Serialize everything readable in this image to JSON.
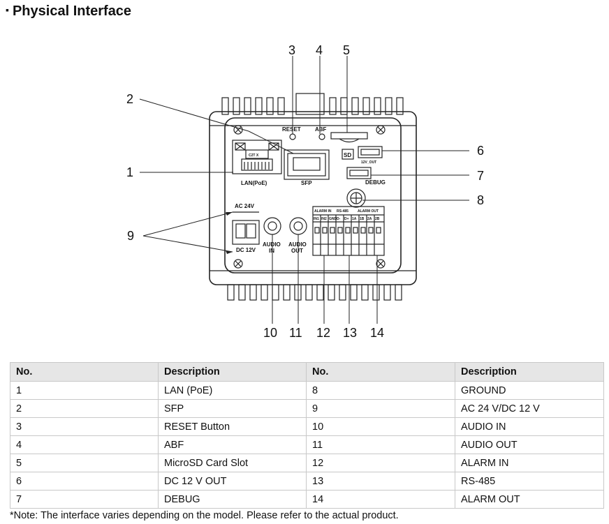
{
  "heading": {
    "bullet": "▪",
    "title": "Physical Interface"
  },
  "diagram": {
    "callouts": [
      "1",
      "2",
      "3",
      "4",
      "5",
      "6",
      "7",
      "8",
      "9",
      "10",
      "11",
      "12",
      "13",
      "14"
    ],
    "panel_labels": {
      "reset": "RESET",
      "abf": "ABF",
      "lan": "LAN(PoE)",
      "sfp": "SFP",
      "sd": "SD",
      "dc_out": "12V_OUT",
      "debug": "DEBUG",
      "ac": "AC 24V",
      "dc": "DC 12V",
      "audio_in_1": "AUDIO",
      "audio_in_2": "IN",
      "audio_out_1": "AUDIO",
      "audio_out_2": "OUT",
      "alarm_in": "ALARM IN",
      "rs485": "RS-485",
      "alarm_out": "ALARM OUT",
      "lan_chip": "C2T X",
      "terminals": [
        "IN1",
        "IN2",
        "GND",
        "D-",
        "D+",
        "1A",
        "1B",
        "2A",
        "2B"
      ]
    }
  },
  "table": {
    "headers": [
      "No.",
      "Description",
      "No.",
      "Description"
    ],
    "rows": [
      [
        "1",
        "LAN (PoE)",
        "8",
        "GROUND"
      ],
      [
        "2",
        "SFP",
        "9",
        "AC 24 V/DC 12 V"
      ],
      [
        "3",
        "RESET Button",
        "10",
        "AUDIO IN"
      ],
      [
        "4",
        "ABF",
        "11",
        "AUDIO OUT"
      ],
      [
        "5",
        "MicroSD Card Slot",
        "12",
        "ALARM IN"
      ],
      [
        "6",
        "DC 12 V OUT",
        "13",
        "RS-485"
      ],
      [
        "7",
        "DEBUG",
        "14",
        "ALARM OUT"
      ]
    ]
  },
  "note": "*Note: The interface varies depending on the model. Please refer to the actual product."
}
